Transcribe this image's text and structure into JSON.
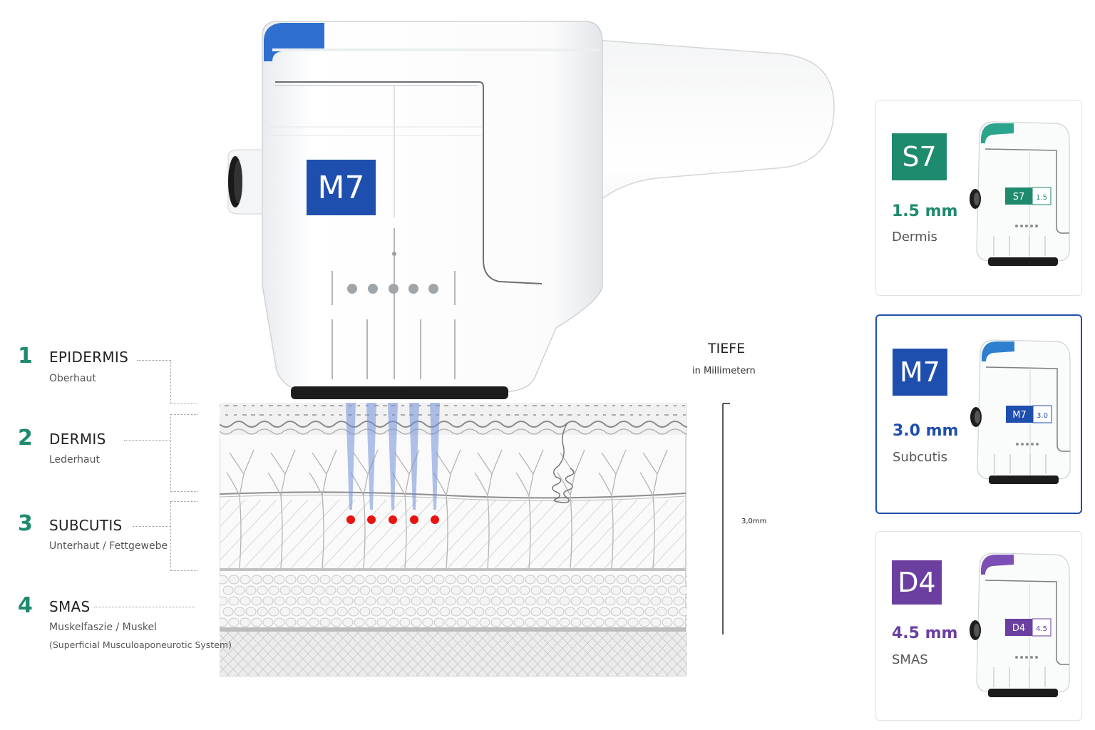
{
  "device": {
    "label": "M7",
    "accent": "#2f6fd0",
    "badge_color": "#1f4fae"
  },
  "layers": [
    {
      "num": "1",
      "name": "EPIDERMIS",
      "sub": "Oberhaut"
    },
    {
      "num": "2",
      "name": "DERMIS",
      "sub": "Lederhaut"
    },
    {
      "num": "3",
      "name": "SUBCUTIS",
      "sub": "Unterhaut / Fettgewebe"
    },
    {
      "num": "4",
      "name": "SMAS",
      "sub": "Muskelfaszie / Muskel",
      "sub2": "(Superficial Musculoaponeurotic System)"
    }
  ],
  "depth": {
    "title": "TIEFE",
    "subtitle": "in Millimetern",
    "value": "3,0mm"
  },
  "cartridges": [
    {
      "code": "S7",
      "depth": "1.5 mm",
      "layer": "Dermis",
      "small_depth": "1.5",
      "color": "#1e8a6e",
      "cap_color": "#2aa58c"
    },
    {
      "code": "M7",
      "depth": "3.0 mm",
      "layer": "Subcutis",
      "small_depth": "3.0",
      "color": "#1f4fae",
      "cap_color": "#2f7fd0"
    },
    {
      "code": "D4",
      "depth": "4.5 mm",
      "layer": "SMAS",
      "small_depth": "4.5",
      "color": "#6a3fa0",
      "cap_color": "#7b4fb5"
    }
  ]
}
